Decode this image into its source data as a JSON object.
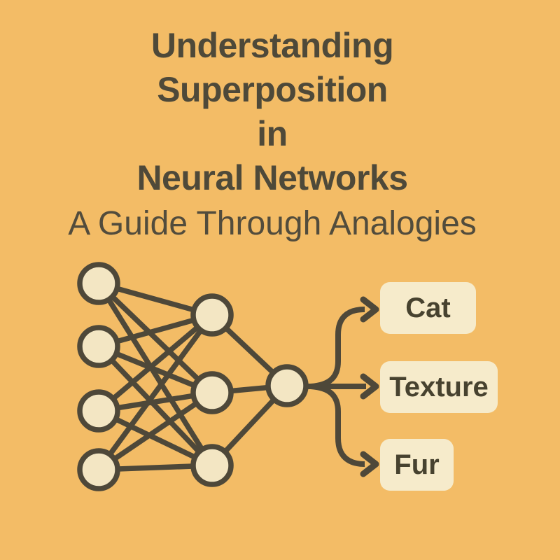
{
  "page": {
    "background_color": "#F3BC66",
    "ink_color": "#4E4839",
    "node_fill_color": "#F3E6C3",
    "label_box_color": "#F6EBCB"
  },
  "header": {
    "title_lines": [
      "Understanding",
      "Superposition",
      "in",
      "Neural Networks"
    ],
    "subtitle": "A Guide Through Analogies"
  },
  "diagram": {
    "type": "neural-network",
    "description": "Fully connected feed-forward network: 4 input nodes, 3 hidden nodes, 1 output node; output branches with arrows to three feature labels",
    "layers": [
      {
        "name": "input",
        "node_count": 4
      },
      {
        "name": "hidden",
        "node_count": 3
      },
      {
        "name": "output",
        "node_count": 1
      }
    ],
    "output_labels": [
      {
        "label": "Cat"
      },
      {
        "label": "Texture"
      },
      {
        "label": "Fur"
      }
    ]
  }
}
